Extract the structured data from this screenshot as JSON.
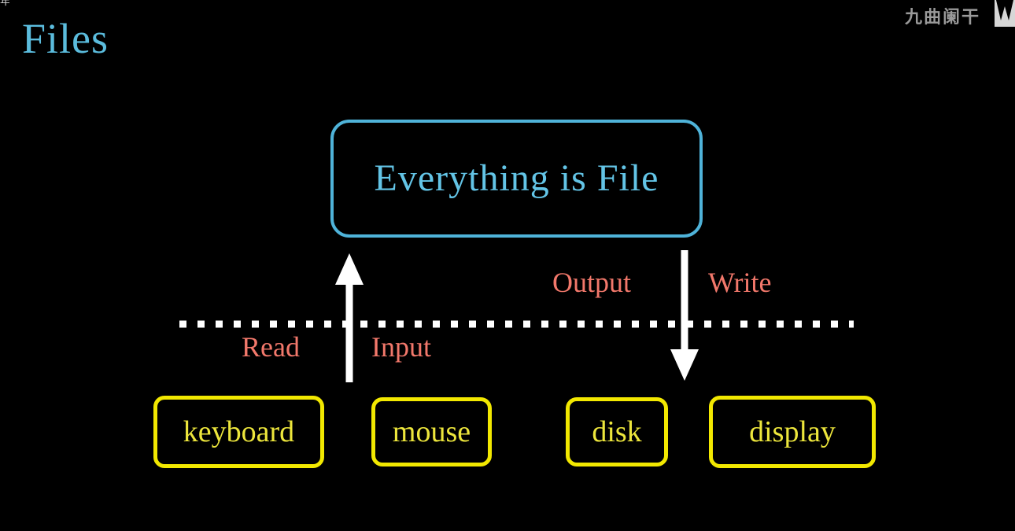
{
  "slide": {
    "background_color": "#000000",
    "title": "Files",
    "title_color": "#5BBCDD"
  },
  "watermark": {
    "text": "九曲阑干",
    "color": "#9a9a9a",
    "logo_icon": "partial-letter-w-logo",
    "corner_glyph": "年"
  },
  "concept": {
    "label": "Everything is File",
    "border_color": "#4FB3D9",
    "text_color": "#63C4E6"
  },
  "boundary": {
    "icon": "dotted-divider-line",
    "color": "#FFFFFF",
    "style": "dotted"
  },
  "arrows": [
    {
      "name": "arrow-up",
      "direction": "up",
      "color": "#FFFFFF",
      "meaning": "input flows from device into file layer"
    },
    {
      "name": "arrow-down",
      "direction": "down",
      "color": "#FFFFFF",
      "meaning": "output flows from file layer to device"
    }
  ],
  "flow_labels": {
    "color": "#F2786B",
    "read": "Read",
    "input": "Input",
    "output": "Output",
    "write": "Write"
  },
  "devices": {
    "border_color": "#F2E800",
    "text_color": "#EDE63C",
    "items": [
      {
        "label": "keyboard",
        "kind": "input"
      },
      {
        "label": "mouse",
        "kind": "input"
      },
      {
        "label": "disk",
        "kind": "output"
      },
      {
        "label": "display",
        "kind": "output"
      }
    ]
  }
}
